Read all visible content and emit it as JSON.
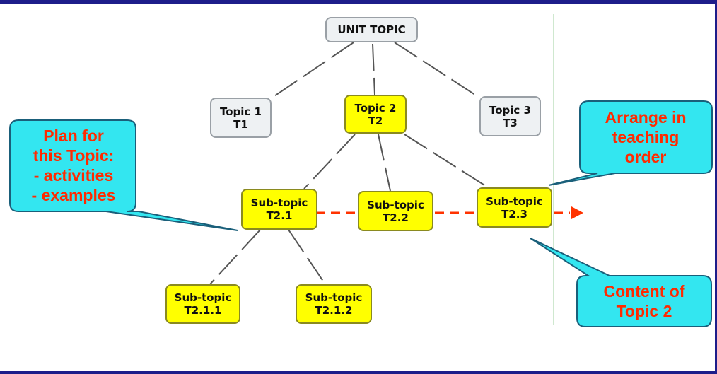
{
  "diagram": {
    "root": "UNIT TOPIC",
    "topics": [
      {
        "label": "Topic 1\nT1"
      },
      {
        "label": "Topic 2\nT2"
      },
      {
        "label": "Topic 3\nT3"
      }
    ],
    "subtopics": [
      {
        "label": "Sub-topic\nT2.1"
      },
      {
        "label": "Sub-topic\nT2.2"
      },
      {
        "label": "Sub-topic\nT2.3"
      }
    ],
    "subsubtopics": [
      {
        "label": "Sub-topic\nT2.1.1"
      },
      {
        "label": "Sub-topic\nT2.1.2"
      }
    ]
  },
  "callouts": {
    "plan": "Plan for\nthis Topic:\n- activities\n- examples",
    "arrange": "Arrange in\nteaching\norder",
    "content": "Content of\nTopic 2"
  },
  "colors": {
    "topic_fill": "#eef1f3",
    "highlight_fill": "#ffff00",
    "callout_fill": "#33e6f0",
    "callout_text": "#ff2a00",
    "order_arrow": "#ff3300",
    "frame": "#1d1d8a"
  }
}
